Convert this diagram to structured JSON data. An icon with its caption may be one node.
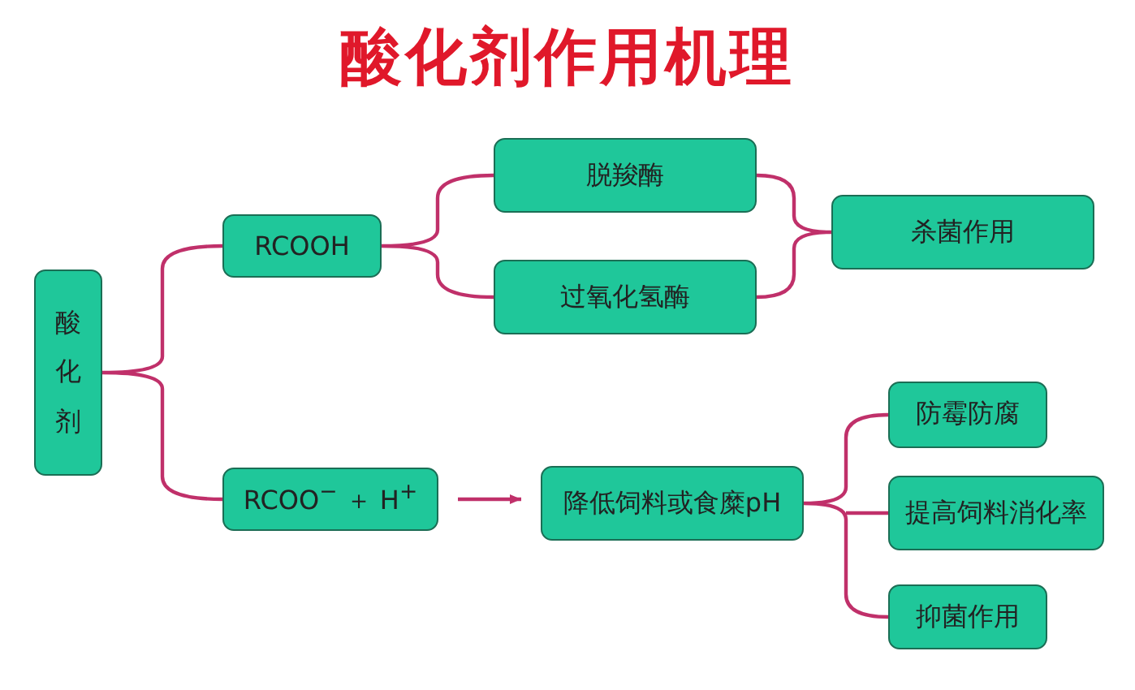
{
  "diagram": {
    "title": "酸化剂作用机理",
    "nodes": [
      {
        "text": [
          "酸化剂"
        ]
      },
      {
        "text": [
          "RCOOH"
        ]
      },
      {
        "text": [
          "RCOO$^{−}$ ＋ H$^{+}$"
        ]
      },
      {
        "text": [
          "脱羧酶"
        ]
      },
      {
        "text": [
          "过氧化氢酶"
        ]
      },
      {
        "text": [
          "杀菌作用"
        ]
      },
      {
        "text": [
          "降低饲料或食糜pH"
        ]
      },
      {
        "text": [
          "防霉防腐"
        ]
      },
      {
        "text": [
          "提高饲料消化率"
        ]
      },
      {
        "text": [
          "抑菌作用"
        ]
      }
    ],
    "edges": [
      {
        "from": 0,
        "to": 1,
        "arrow": "none"
      },
      {
        "from": 0,
        "to": 2,
        "arrow": "none"
      },
      {
        "from": 1,
        "to": 3,
        "arrow": "none"
      },
      {
        "from": 1,
        "to": 4,
        "arrow": "none"
      },
      {
        "from": 3,
        "to": 5,
        "arrow": "none"
      },
      {
        "from": 4,
        "to": 5,
        "arrow": "none"
      },
      {
        "from": 2,
        "to": 6,
        "arrow": "to"
      },
      {
        "from": 6,
        "to": 7,
        "arrow": "none"
      },
      {
        "from": 6,
        "to": 8,
        "arrow": "none"
      },
      {
        "from": 6,
        "to": 9,
        "arrow": "none"
      }
    ]
  }
}
